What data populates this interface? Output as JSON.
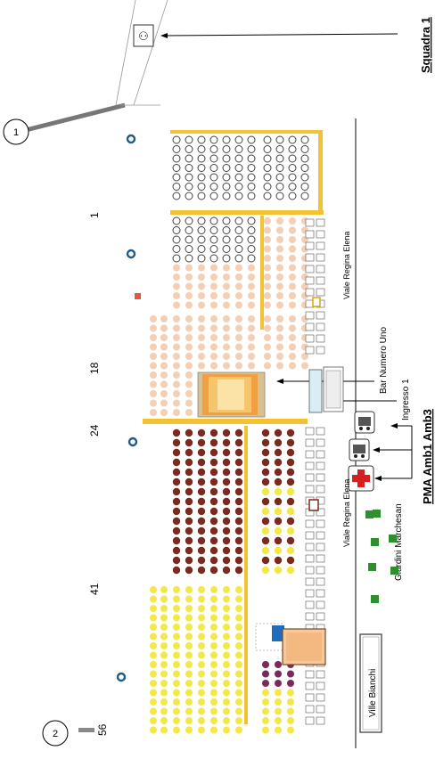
{
  "labels": {
    "squadra": "Squadra 1",
    "pma": "PMA Amb1 Amb3",
    "bar": "Bar Numero Uno",
    "ingresso": "Ingresso 1",
    "viale_top": "Viale Regina Elena",
    "viale_mid": "Viale Regina Elena",
    "giardini": "Giardini Marchesan",
    "ville": "Ville Bianchi",
    "circle_1": "1",
    "circle_2": "2",
    "sector_1": "1",
    "sector_18": "18",
    "sector_24": "24",
    "sector_41": "41",
    "sector_56": "56"
  },
  "icons": {
    "squadra": "walking-people-icon",
    "ambulance": "ambulance-icon",
    "red_cross": "red-cross-icon"
  },
  "colors": {
    "yellow_bar": "#f2c232",
    "seat_yellow": "#f3e84a",
    "seat_brown": "#7a2a1e",
    "seat_peach": "#f4cfb4",
    "blue_ring": "#1f5a87",
    "green_tree": "#2f8f2f",
    "red_cross": "#d62020"
  }
}
